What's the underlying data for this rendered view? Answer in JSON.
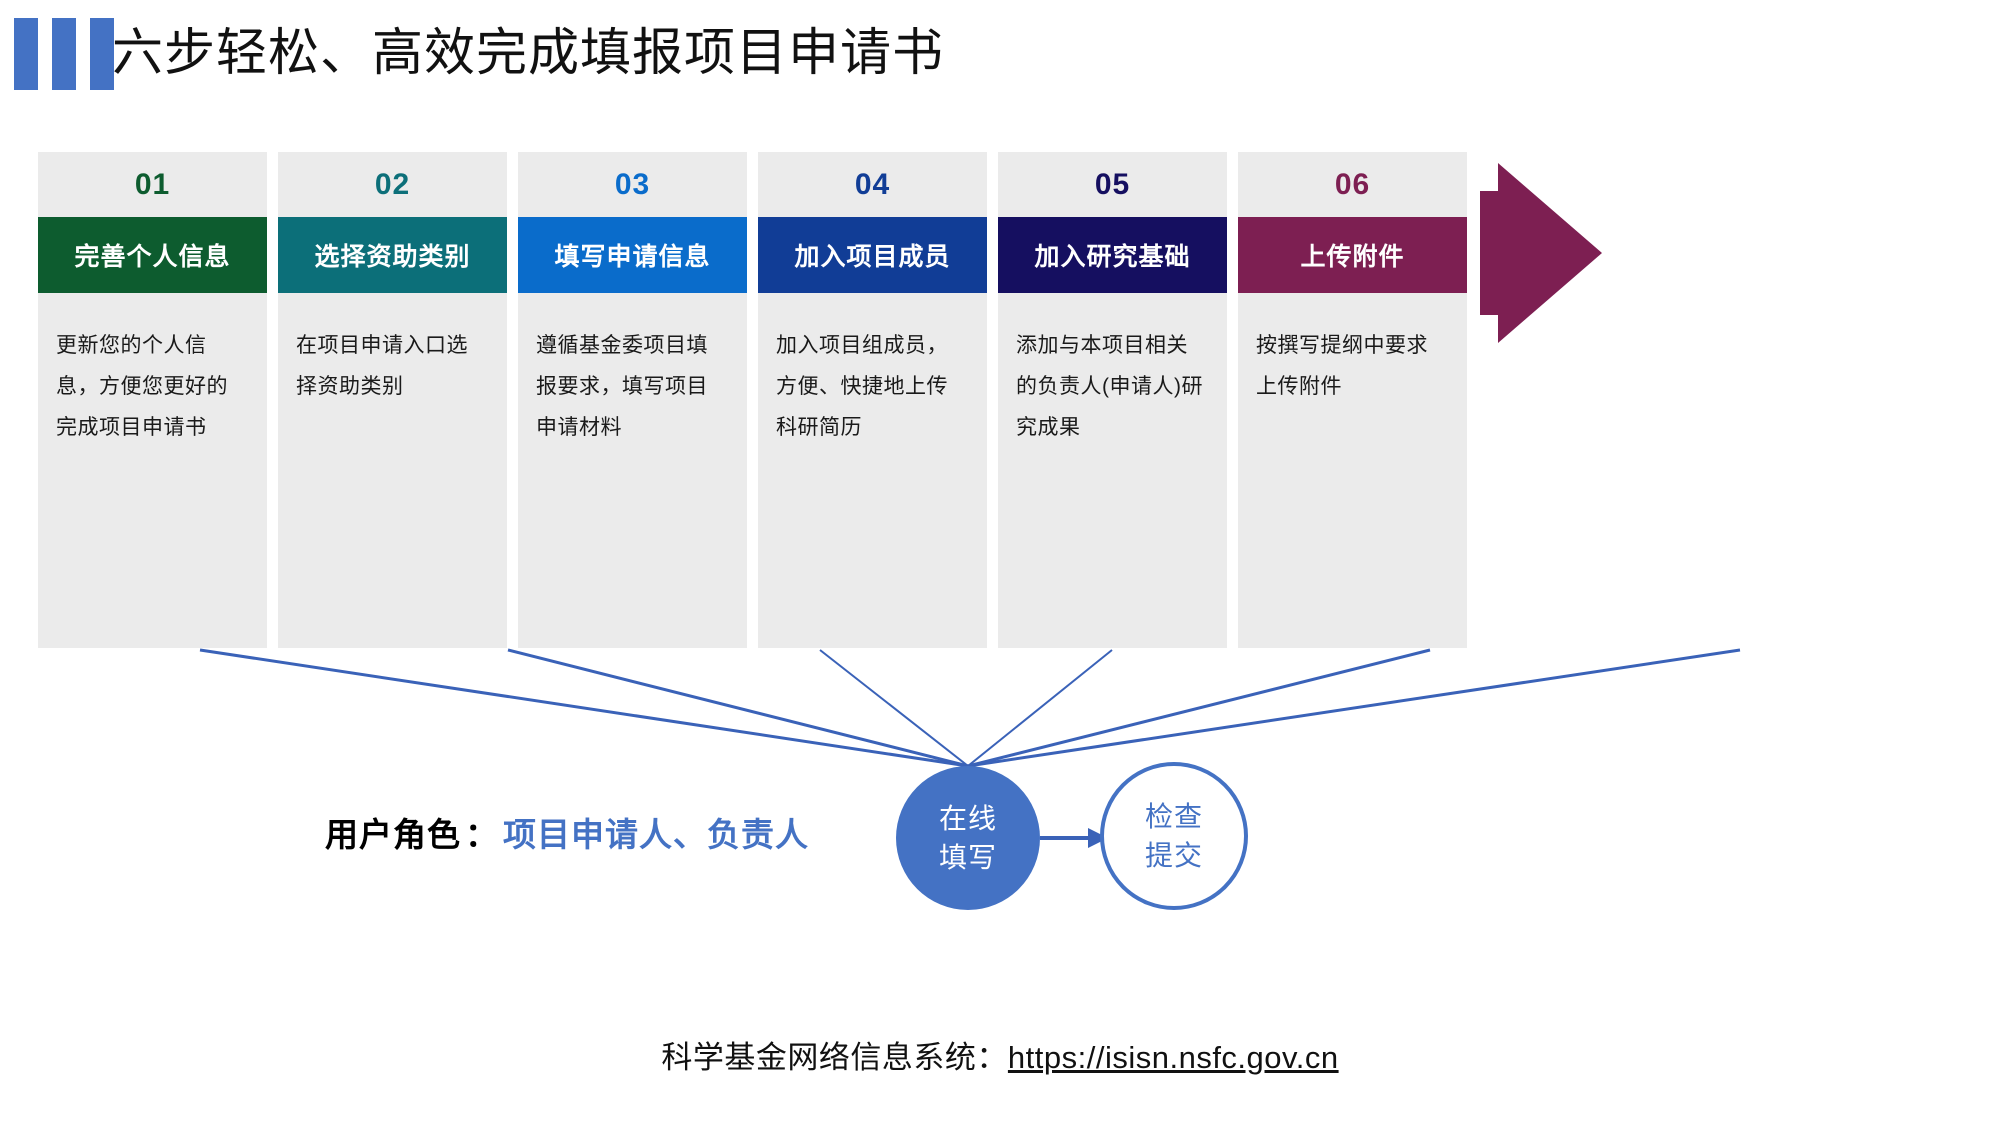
{
  "title": "六步轻松、高效完成填报项目申请书",
  "accent_color": "#4472C4",
  "steps": [
    {
      "number": "01",
      "label": "完善个人信息",
      "description": "更新您的个人信息，方便您更好的完成项目申请书",
      "color": "#0d5c2f"
    },
    {
      "number": "02",
      "label": "选择资助类别",
      "description": "在项目申请入口选择资助类别",
      "color": "#0c6f79"
    },
    {
      "number": "03",
      "label": "填写申请信息",
      "description": "遵循基金委项目填报要求，填写项目申请材料",
      "color": "#0a6ccb"
    },
    {
      "number": "04",
      "label": "加入项目成员",
      "description": "加入项目组成员，方便、快捷地上传科研简历",
      "color": "#113d96"
    },
    {
      "number": "05",
      "label": "加入研究基础",
      "description": "添加与本项目相关的负责人(申请人)研究成果",
      "color": "#150f60"
    },
    {
      "number": "06",
      "label": "上传附件",
      "description": "按撰写提纲中要求上传附件",
      "color": "#7d1f52"
    }
  ],
  "flow": {
    "fill_circle_line1": "在线",
    "fill_circle_line2": "填写",
    "check_circle_line1": "检查",
    "check_circle_line2": "提交"
  },
  "role": {
    "label": "用户角色",
    "separator": "：",
    "value": "项目申请人、负责人"
  },
  "footer": {
    "label": "科学基金网络信息系统：",
    "url": "https://isisn.nsfc.gov.cn"
  }
}
